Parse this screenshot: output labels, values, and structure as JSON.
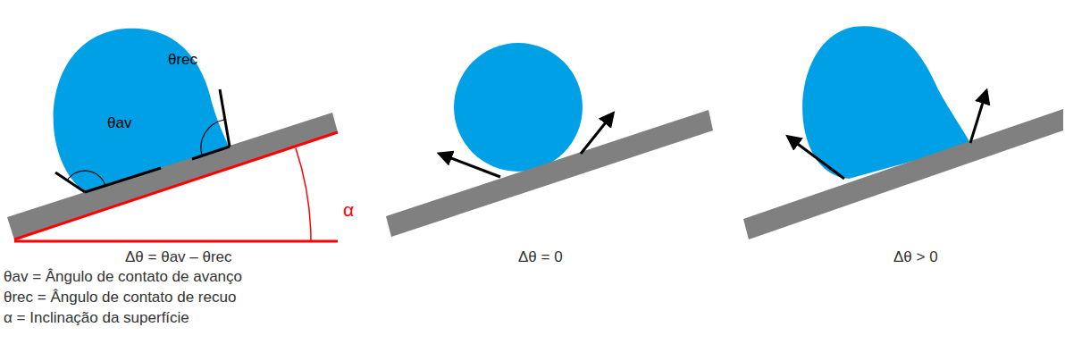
{
  "diagram": {
    "labels": [
      "θav",
      "θrec",
      "α",
      "Δθ = θav – θrec",
      "θav = Ângulo de contato de avanço",
      "θrec = Ângulo de contato de recuo",
      "α = Inclinação da superfície",
      "Δθ = 0",
      "Δθ > 0"
    ]
  }
}
